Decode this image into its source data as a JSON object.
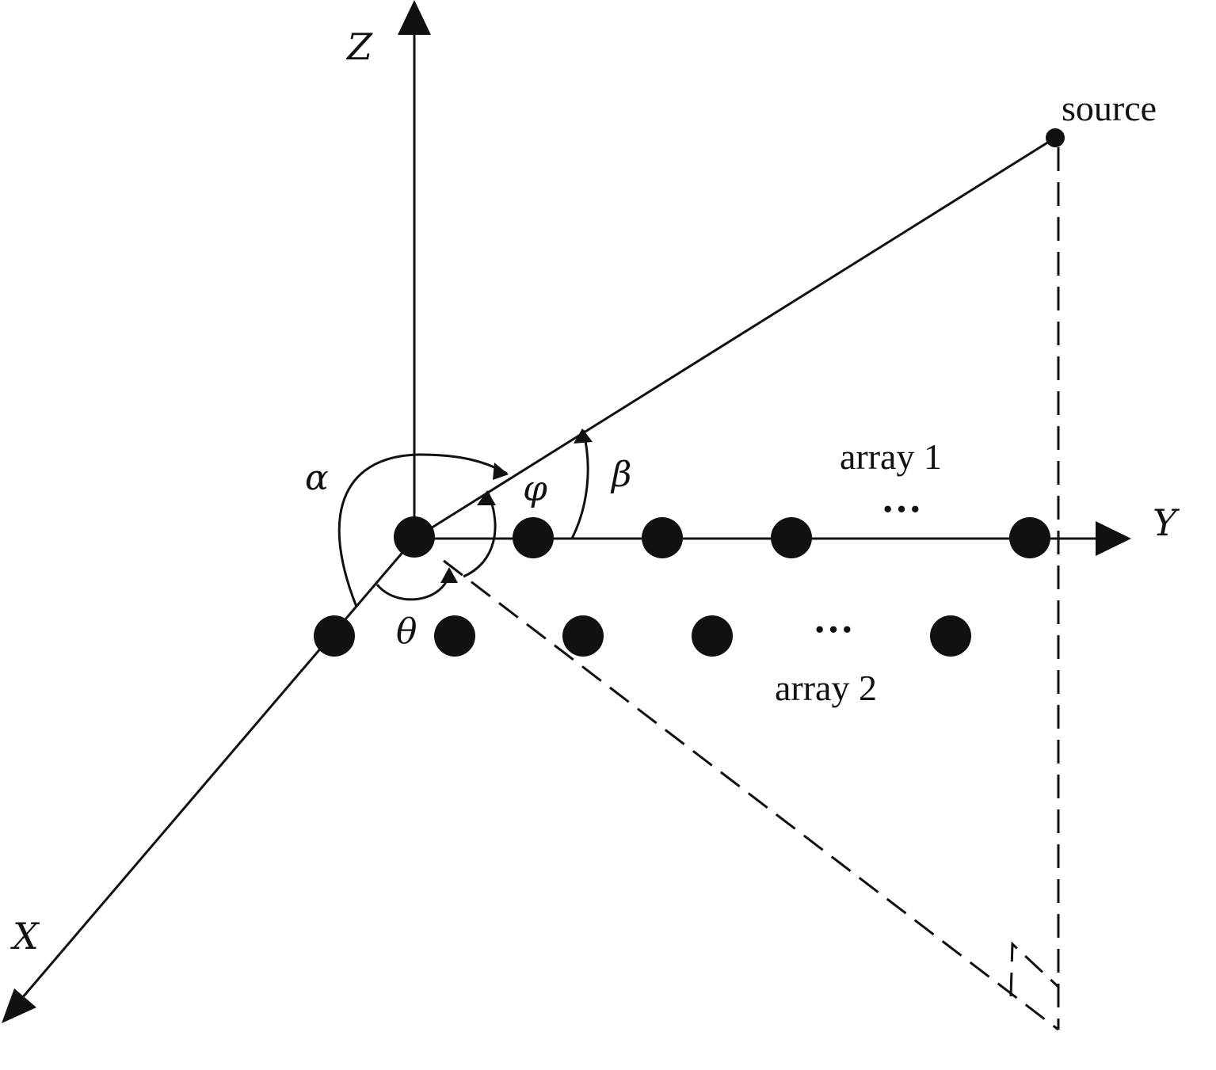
{
  "labels": {
    "z_axis": "Z",
    "y_axis": "Y",
    "x_axis": "X",
    "source": "source",
    "array1": "array 1",
    "array2": "array 2",
    "alpha": "α",
    "beta": "β",
    "phi": "φ",
    "theta": "θ",
    "ellipsis1": "···",
    "ellipsis2": "···"
  },
  "colors": {
    "ink": "#111111",
    "background": "#ffffff"
  }
}
